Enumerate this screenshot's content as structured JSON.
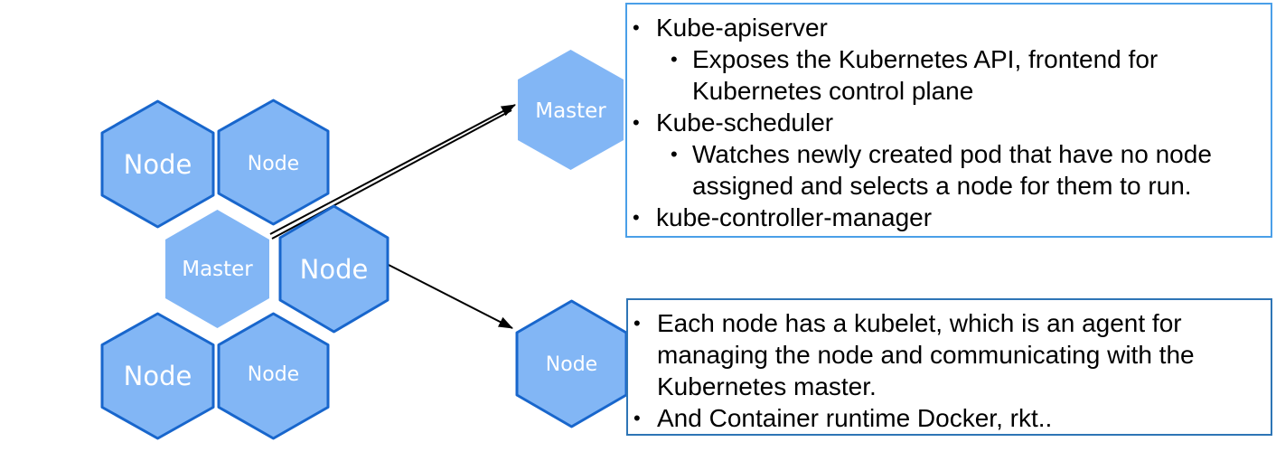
{
  "bullet": "•",
  "colors": {
    "hexagon_fill": "#82B6F5",
    "hexagon_border": "#1866CC",
    "top_box_border": "#4A9FE8",
    "bottom_box_border": "#2E75B6",
    "arrow": "#000000",
    "hex_label_text": "#FFFFFF",
    "box_text": "#000000"
  },
  "hexagons": {
    "node_tl": {
      "label": "Node"
    },
    "node_tr": {
      "label": "Node"
    },
    "master_cluster": {
      "label": "Master"
    },
    "node_right": {
      "label": "Node"
    },
    "node_bl": {
      "label": "Node"
    },
    "node_bm": {
      "label": "Node"
    },
    "master_standalone": {
      "label": "Master"
    },
    "node_standalone": {
      "label": "Node"
    }
  },
  "top_box": {
    "items": [
      {
        "level": 1,
        "text": "Kube-apiserver"
      },
      {
        "level": 2,
        "text": "Exposes the Kubernetes API, frontend for\nKubernetes control plane"
      },
      {
        "level": 1,
        "text": "Kube-scheduler"
      },
      {
        "level": 2,
        "text": "Watches newly created pod that have no node\nassigned and selects a node for them to run."
      },
      {
        "level": 1,
        "text": "kube-controller-manager"
      }
    ]
  },
  "bottom_box": {
    "items": [
      {
        "level": 1,
        "text": "Each node has a kubelet, which is an agent for\nmanaging the node and communicating with the\nKubernetes master."
      },
      {
        "level": 1,
        "text": "And Container runtime Docker, rkt.."
      }
    ]
  }
}
